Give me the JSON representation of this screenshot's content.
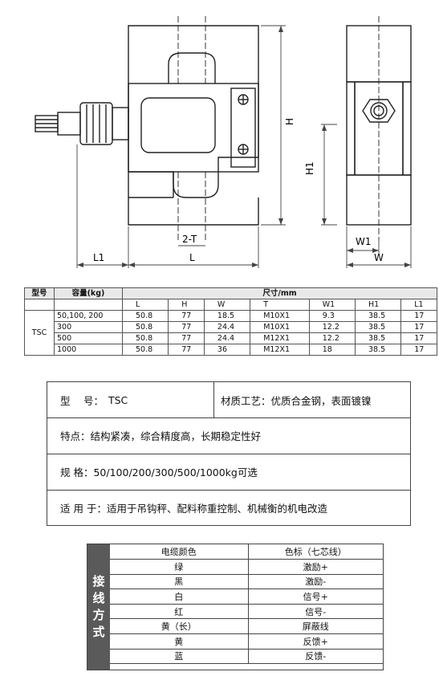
{
  "drawing": {
    "dim_H": "H",
    "dim_H1": "H1",
    "dim_2T": "2-T",
    "dim_L": "L",
    "dim_L1": "L1",
    "dim_W": "W",
    "dim_W1": "W1"
  },
  "dim_table": {
    "header_model": "型号",
    "header_capacity": "容量(kg)",
    "header_dims": "尺寸/mm",
    "columns": [
      "L",
      "H",
      "W",
      "T",
      "W1",
      "H1",
      "L1"
    ],
    "model": "TSC",
    "rows": [
      {
        "capacity": "50,100, 200",
        "values": [
          "50.8",
          "77",
          "18.5",
          "M10X1",
          "9.3",
          "38.5",
          "17"
        ]
      },
      {
        "capacity": "300",
        "values": [
          "50.8",
          "77",
          "24.4",
          "M10X1",
          "12.2",
          "38.5",
          "17"
        ]
      },
      {
        "capacity": "500",
        "values": [
          "50.8",
          "77",
          "24.4",
          "M12X1",
          "12.2",
          "38.5",
          "17"
        ]
      },
      {
        "capacity": "1000",
        "values": [
          "50.8",
          "77",
          "36",
          "M12X1",
          "18",
          "38.5",
          "17"
        ]
      }
    ]
  },
  "spec": {
    "model_label": "型　 号：",
    "model_value": "TSC",
    "material": "材质工艺：优质合金钢，表面镀镍",
    "features": "特点：结构紧凑，综合精度高，长期稳定性好",
    "specs": "规 格：50/100/200/300/500/1000kg可选",
    "usage": "适 用 于：适用于吊钩秤、配料称重控制、机械衡的机电改造"
  },
  "wiring": {
    "side_title": [
      "接",
      "线",
      "方",
      "式"
    ],
    "header": [
      "电缆颜色",
      "色标（七芯线）"
    ],
    "rows": [
      [
        "绿",
        "激励+"
      ],
      [
        "黑",
        "激励-"
      ],
      [
        "白",
        "信号+"
      ],
      [
        "红",
        "信号-"
      ],
      [
        "黄（长）",
        "屏蔽线"
      ],
      [
        "黄",
        "反馈+"
      ],
      [
        "蓝",
        "反馈-"
      ]
    ]
  }
}
